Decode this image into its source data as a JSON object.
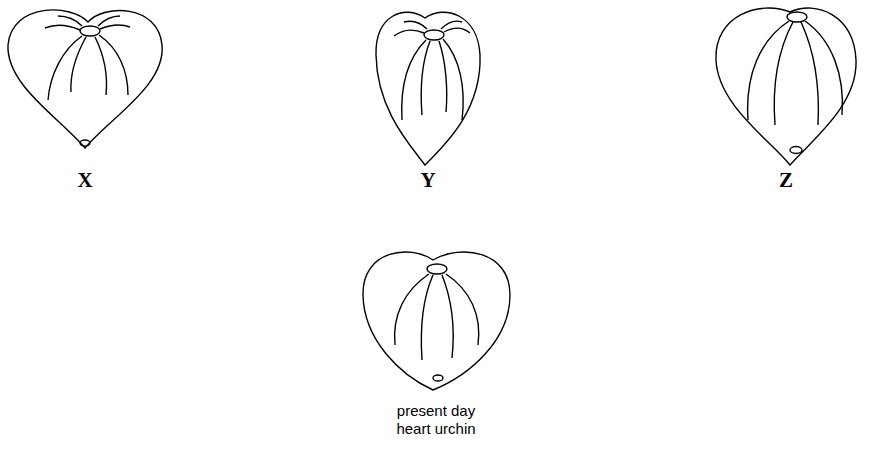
{
  "diagram": {
    "labels": [
      "X",
      "Y",
      "Z",
      "present day heart urchin"
    ]
  }
}
